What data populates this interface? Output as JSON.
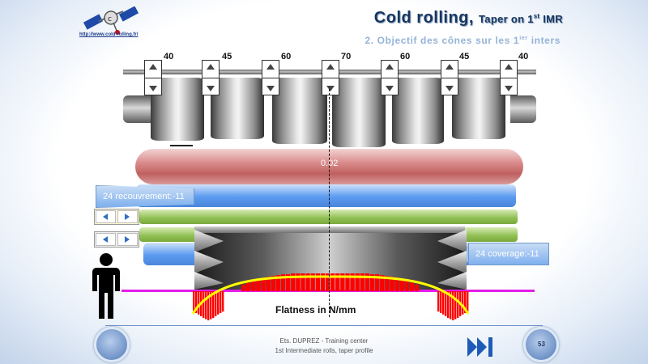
{
  "header": {
    "title_main": "Cold rolling, ",
    "title_sub_a": "Taper on 1",
    "title_sub_sup": "st",
    "title_sub_b": " IMR",
    "subtitle_a": "2. Objectif des cônes sur les 1",
    "subtitle_sup": "ier",
    "subtitle_b": " inters",
    "logo_url": "http://www.cold-rolling.fr/"
  },
  "roll_sections": [
    "40",
    "45",
    "60",
    "70",
    "60",
    "45",
    "40"
  ],
  "red_roll_value": "0.02",
  "callouts": {
    "left": "24 recouvrement:-11",
    "right": "24 coverage:-11"
  },
  "flatness_label": "Flatness in N/mm",
  "flatness_data": {
    "bar_heights_percent": [
      70,
      75,
      80,
      86,
      92,
      96,
      100,
      96,
      92,
      86,
      80,
      75,
      70,
      8,
      10,
      12,
      14,
      16,
      17,
      18,
      19,
      20,
      20,
      21,
      21,
      21,
      21,
      21,
      21,
      21,
      21,
      21,
      21,
      21,
      21,
      21,
      21,
      21,
      21,
      20,
      20,
      19,
      18,
      17,
      16,
      14,
      12,
      10,
      8,
      70,
      75,
      80,
      86,
      92,
      96,
      100,
      96,
      92,
      86,
      80,
      75,
      70
    ],
    "bar_colors": [
      "#ff0000"
    ]
  },
  "colors": {
    "title": "#17365d",
    "subtitle": "#95b3d7",
    "flatness_bars": "#ff0000",
    "flatness_curve": "#ffff00",
    "strip_line": "#e21ee8"
  },
  "footer": {
    "line1": "Ets. DUPREZ - Training center",
    "line2": "1st Intermediate rolls, taper profile",
    "page_number": "53"
  },
  "icons": {
    "skip": "skip-forward-icon",
    "person": "person-icon",
    "logo": "satellite-logo-icon"
  }
}
